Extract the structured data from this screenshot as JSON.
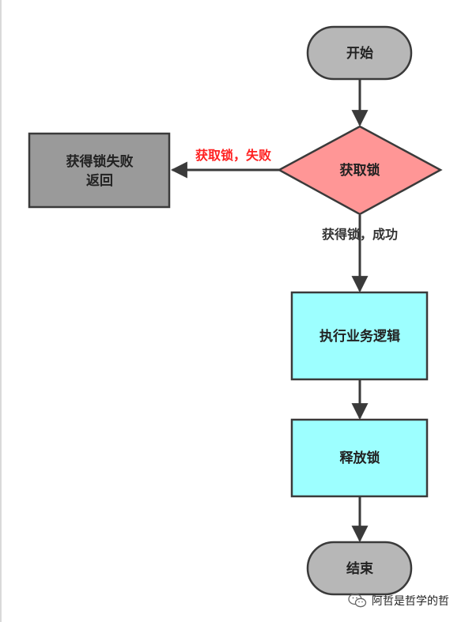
{
  "nodes": {
    "start": "开始",
    "decision": "获取锁",
    "fail_box_line1": "获得锁失败",
    "fail_box_line2": "返回",
    "execute": "执行业务逻辑",
    "release": "释放锁",
    "end": "结束"
  },
  "edges": {
    "fail_label": "获取锁，失败",
    "success_label": "获得锁，成功"
  },
  "colors": {
    "terminal_fill": "#b7b7b7",
    "decision_fill": "#ff9696",
    "fail_box_fill": "#9a9a9a",
    "process_fill": "#9dffff",
    "stroke": "#3a3a3a",
    "fail_label": "#ff2020",
    "success_label": "#333333"
  },
  "watermark": {
    "icon": "wechat-icon",
    "text": "阿哲是哲学的哲"
  }
}
